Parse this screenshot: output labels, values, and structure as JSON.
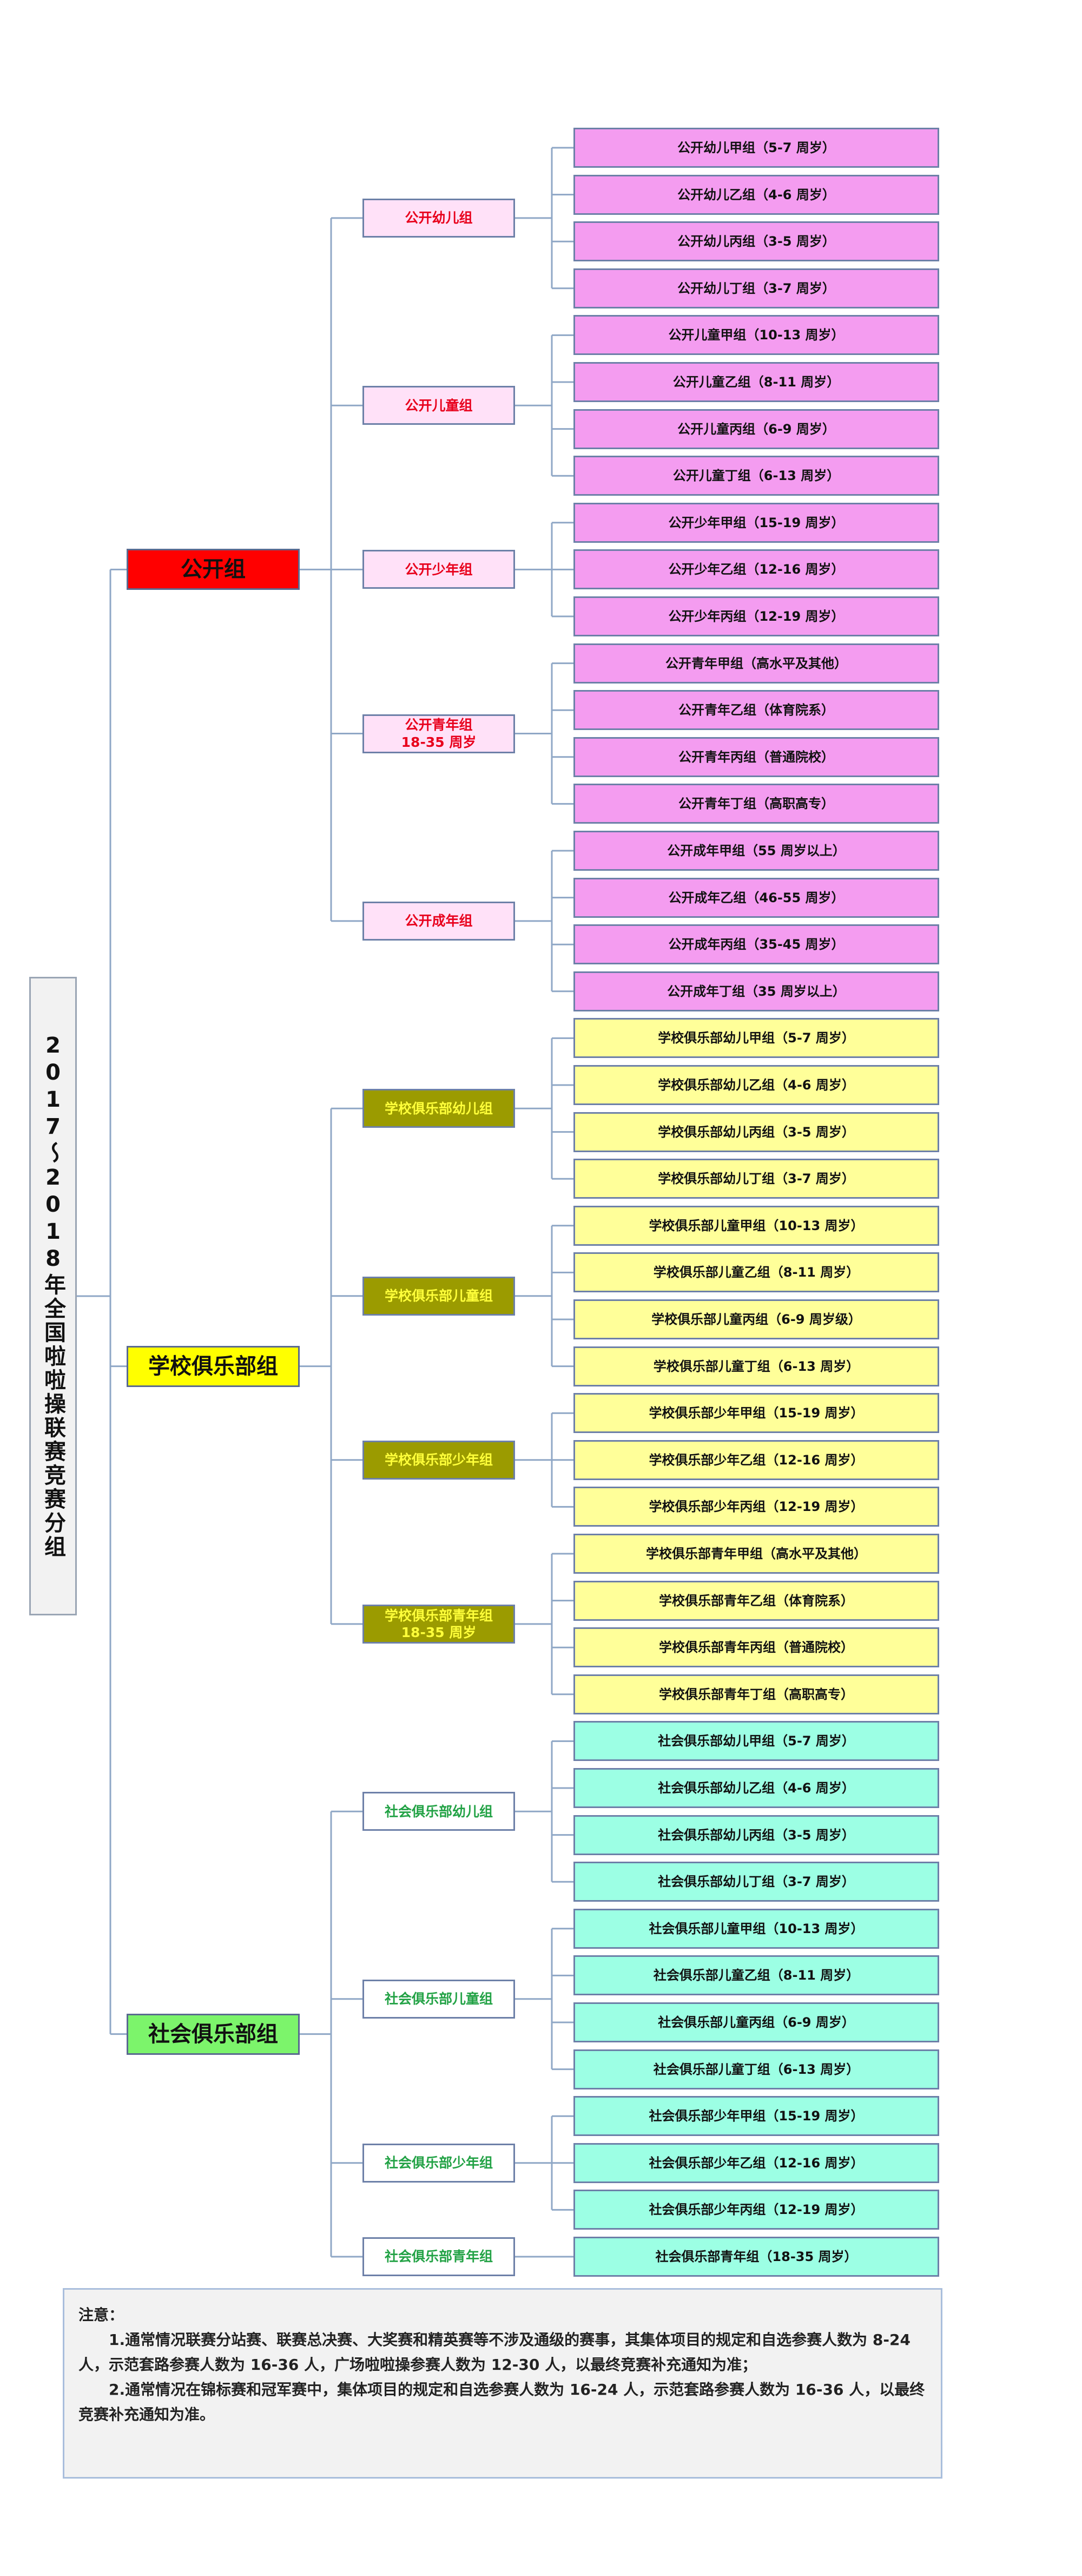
{
  "root_label": "2017～2018年全国啦啦操联赛竞赛分组",
  "groups": [
    {
      "label": "公开组",
      "subs": [
        {
          "label": "公开幼儿组",
          "items": [
            "公开幼儿甲组（5-7 周岁）",
            "公开幼儿乙组（4-6 周岁）",
            "公开幼儿丙组（3-5 周岁）",
            "公开幼儿丁组（3-7 周岁）"
          ]
        },
        {
          "label": "公开儿童组",
          "items": [
            "公开儿童甲组（10-13 周岁）",
            "公开儿童乙组（8-11 周岁）",
            "公开儿童丙组（6-9 周岁）",
            "公开儿童丁组（6-13 周岁）"
          ]
        },
        {
          "label": "公开少年组",
          "items": [
            "公开少年甲组（15-19 周岁）",
            "公开少年乙组（12-16 周岁）",
            "公开少年丙组（12-19 周岁）"
          ]
        },
        {
          "label": "公开青年组\n18-35 周岁",
          "items": [
            "公开青年甲组（高水平及其他）",
            "公开青年乙组（体育院系）",
            "公开青年丙组（普通院校）",
            "公开青年丁组（高职高专）"
          ]
        },
        {
          "label": "公开成年组",
          "items": [
            "公开成年甲组（55 周岁以上）",
            "公开成年乙组（46-55 周岁）",
            "公开成年丙组（35-45 周岁）",
            "公开成年丁组（35 周岁以上）"
          ]
        }
      ]
    },
    {
      "label": "学校俱乐部组",
      "subs": [
        {
          "label": "学校俱乐部幼儿组",
          "items": [
            "学校俱乐部幼儿甲组（5-7 周岁）",
            "学校俱乐部幼儿乙组（4-6 周岁）",
            "学校俱乐部幼儿丙组（3-5 周岁）",
            "学校俱乐部幼儿丁组（3-7 周岁）"
          ]
        },
        {
          "label": "学校俱乐部儿童组",
          "items": [
            "学校俱乐部儿童甲组（10-13 周岁）",
            "学校俱乐部儿童乙组（8-11 周岁）",
            "学校俱乐部儿童丙组（6-9 周岁级）",
            "学校俱乐部儿童丁组（6-13 周岁）"
          ]
        },
        {
          "label": "学校俱乐部少年组",
          "items": [
            "学校俱乐部少年甲组（15-19 周岁）",
            "学校俱乐部少年乙组（12-16 周岁）",
            "学校俱乐部少年丙组（12-19 周岁）"
          ]
        },
        {
          "label": "学校俱乐部青年组\n18-35 周岁",
          "items": [
            "学校俱乐部青年甲组（高水平及其他）",
            "学校俱乐部青年乙组（体育院系）",
            "学校俱乐部青年丙组（普通院校）",
            "学校俱乐部青年丁组（高职高专）"
          ]
        }
      ]
    },
    {
      "label": "社会俱乐部组",
      "subs": [
        {
          "label": "社会俱乐部幼儿组",
          "items": [
            "社会俱乐部幼儿甲组（5-7 周岁）",
            "社会俱乐部幼儿乙组（4-6 周岁）",
            "社会俱乐部幼儿丙组（3-5 周岁）",
            "社会俱乐部幼儿丁组（3-7 周岁）"
          ]
        },
        {
          "label": "社会俱乐部儿童组",
          "items": [
            "社会俱乐部儿童甲组（10-13 周岁）",
            "社会俱乐部儿童乙组（8-11 周岁）",
            "社会俱乐部儿童丙组（6-9 周岁）",
            "社会俱乐部儿童丁组（6-13 周岁）"
          ]
        },
        {
          "label": "社会俱乐部少年组",
          "items": [
            "社会俱乐部少年甲组（15-19 周岁）",
            "社会俱乐部少年乙组（12-16 周岁）",
            "社会俱乐部少年丙组（12-19 周岁）"
          ]
        },
        {
          "label": "社会俱乐部青年组",
          "items": [
            "社会俱乐部青年组（18-35 周岁）"
          ]
        }
      ]
    }
  ],
  "note": {
    "title": "注意：",
    "p1": "1.通常情况联赛分站赛、联赛总决赛、大奖赛和精英赛等不涉及通级的赛事，其集体项目的规定和自选参赛人数为 8-24 人，示范套路参赛人数为 16-36 人，广场啦啦操参赛人数为 12-30 人，以最终竞赛补充通知为准；",
    "p2": "2.通常情况在锦标赛和冠军赛中，集体项目的规定和自选参赛人数为 16-24 人，示范套路参赛人数为 16-36 人，以最终竞赛补充通知为准。"
  }
}
